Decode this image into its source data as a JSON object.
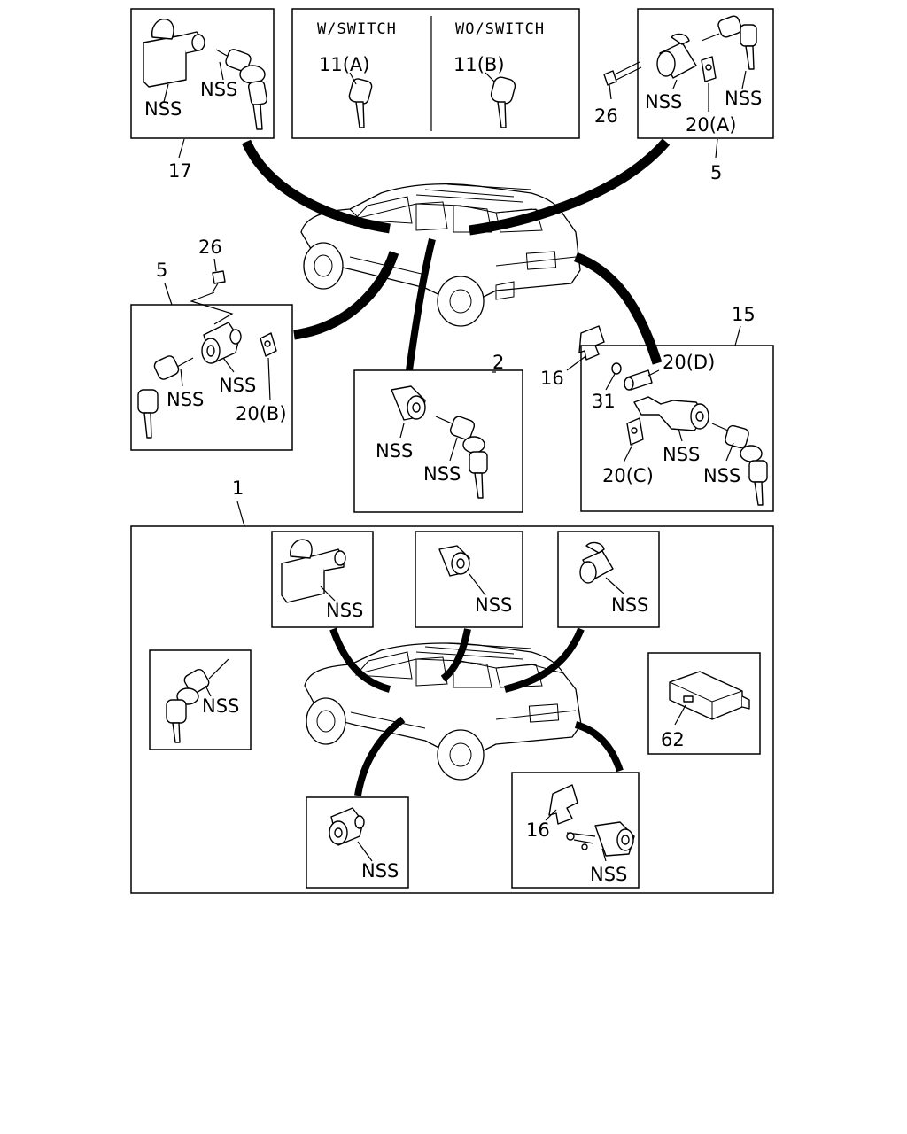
{
  "header": {
    "with_switch": "W/SWITCH",
    "without_switch": "WO/SWITCH"
  },
  "labels": {
    "p11a": "11(A)",
    "p11b": "11(B)",
    "p17": "17",
    "p5_top": "5",
    "p26_top": "26",
    "p20a": "20(A)",
    "p5_left": "5",
    "p26_left": "26",
    "p20b": "20(B)",
    "p2": "2",
    "p16_top": "16",
    "p15": "15",
    "p20d": "20(D)",
    "p31": "31",
    "p20c": "20(C)",
    "p1": "1",
    "p62": "62",
    "p16_bottom": "16",
    "nss": "NSS"
  }
}
